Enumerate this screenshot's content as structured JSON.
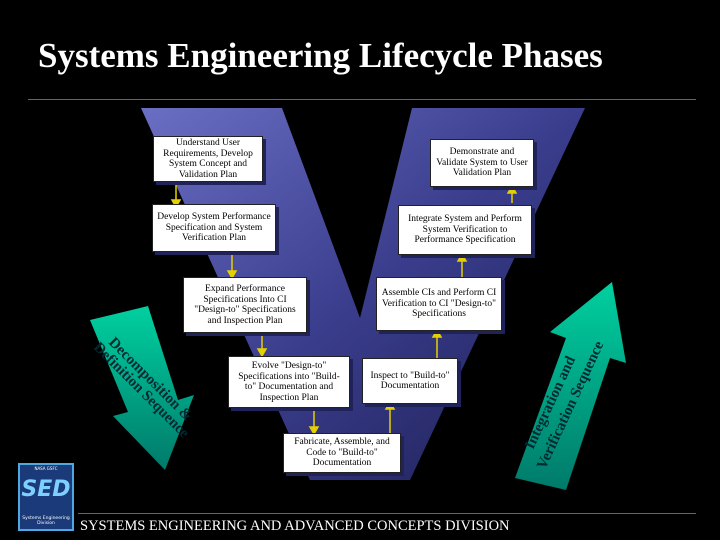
{
  "title": "Systems Engineering Lifecycle Phases",
  "colors": {
    "background": "#000000",
    "v_shape": "#3c3f8f",
    "arrow": "#00b893",
    "box_arrow": "#e5d000"
  },
  "boxes": {
    "understand": "Understand User Requirements, Develop System Concept and Validation Plan",
    "develop": "Develop System Performance Specification and System Verification Plan",
    "expand": "Expand Performance Specifications Into CI \"Design-to\" Specifications and Inspection Plan",
    "evolve": "Evolve \"Design-to\" Specifications into \"Build-to\" Documentation and Inspection Plan",
    "fabricate": "Fabricate, Assemble, and Code to \"Build-to\" Documentation",
    "inspect": "Inspect to \"Build-to\" Documentation",
    "assemble": "Assemble CIs and Perform CI Verification to CI \"Design-to\" Specifications",
    "integrate": "Integrate System and Perform System Verification to Performance Specification",
    "demonstrate": "Demonstrate and Validate System to User Validation Plan"
  },
  "arrows": {
    "left_line1": "Decomposition &",
    "left_line2": "Definition Sequence",
    "right_line1": "Integration and",
    "right_line2": "Verification Sequence"
  },
  "logo": {
    "text": "SED",
    "top_text": "NASA GSFC",
    "sub_text": "Systems Engineering Division"
  },
  "footer": "SYSTEMS ENGINEERING AND ADVANCED CONCEPTS DIVISION"
}
